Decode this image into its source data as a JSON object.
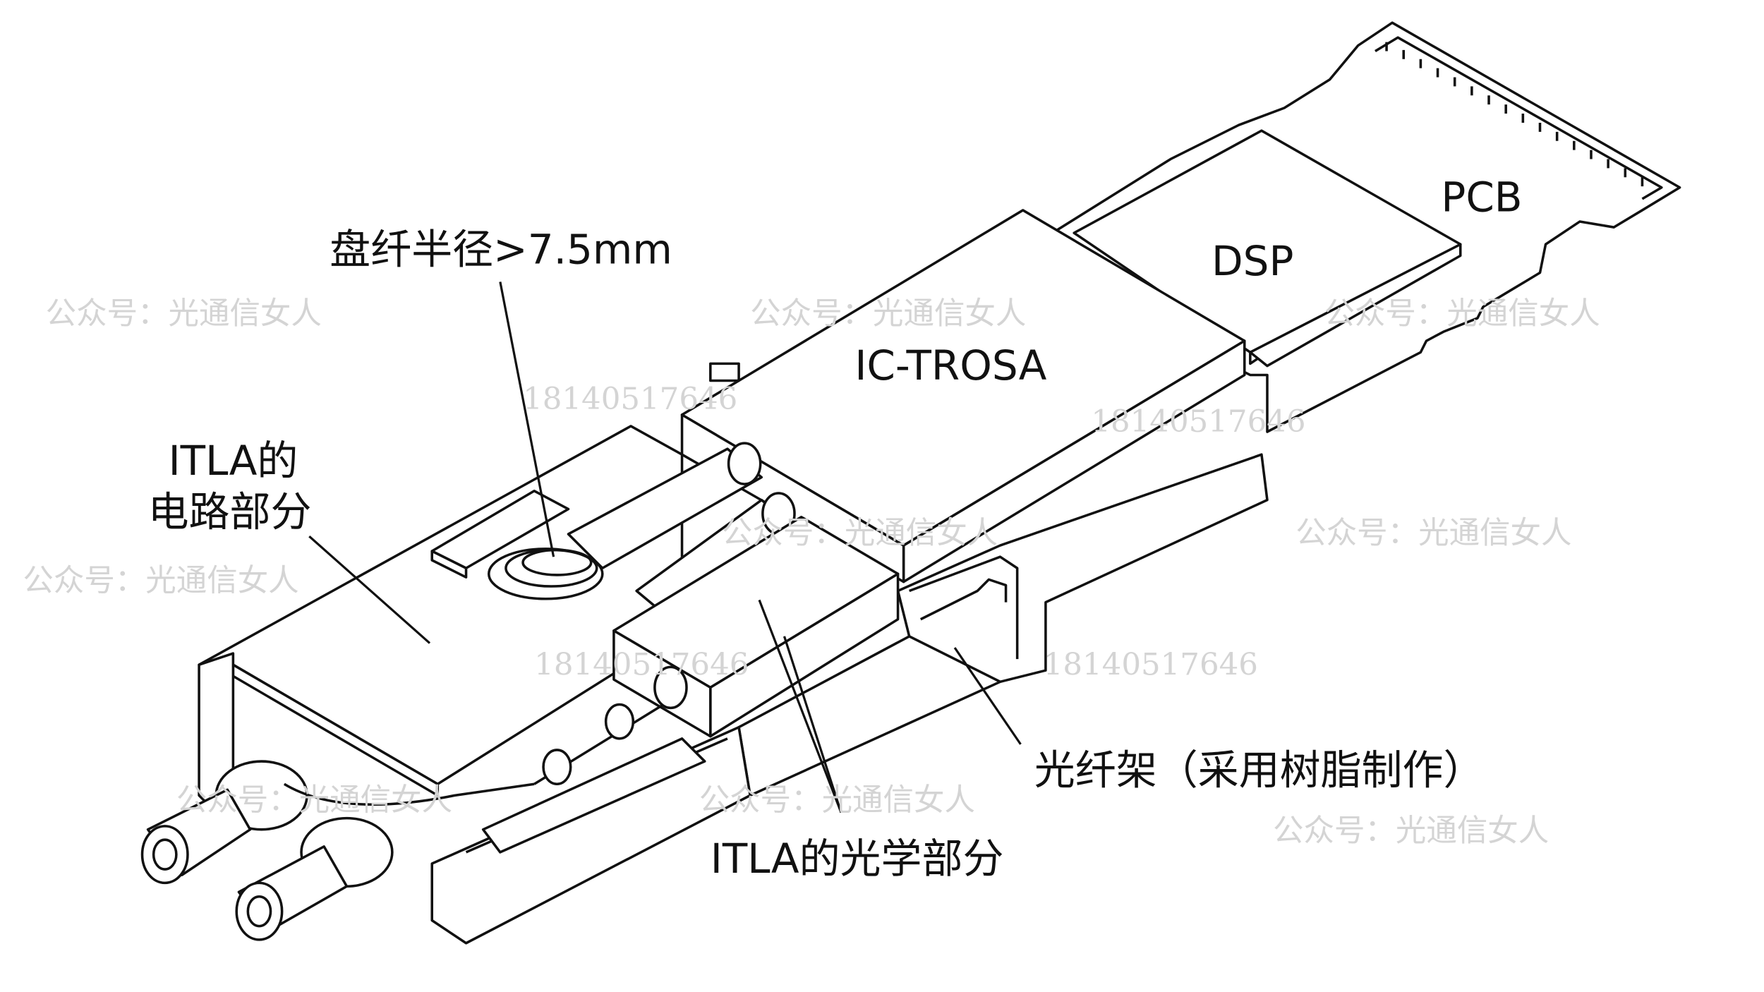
{
  "labels": {
    "fiber_radius": "盘纤半径>7.5mm",
    "itla_electrical_line1": "ITLA的",
    "itla_electrical_line2": "电路部分",
    "ic_trosa": "IC-TROSA",
    "dsp": "DSP",
    "pcb": "PCB",
    "fiber_holder": "光纤架（采用树脂制作）",
    "itla_optical": "ITLA的光学部分"
  },
  "watermarks": {
    "account": "公众号：光通信女人",
    "phone": "18140517646"
  }
}
